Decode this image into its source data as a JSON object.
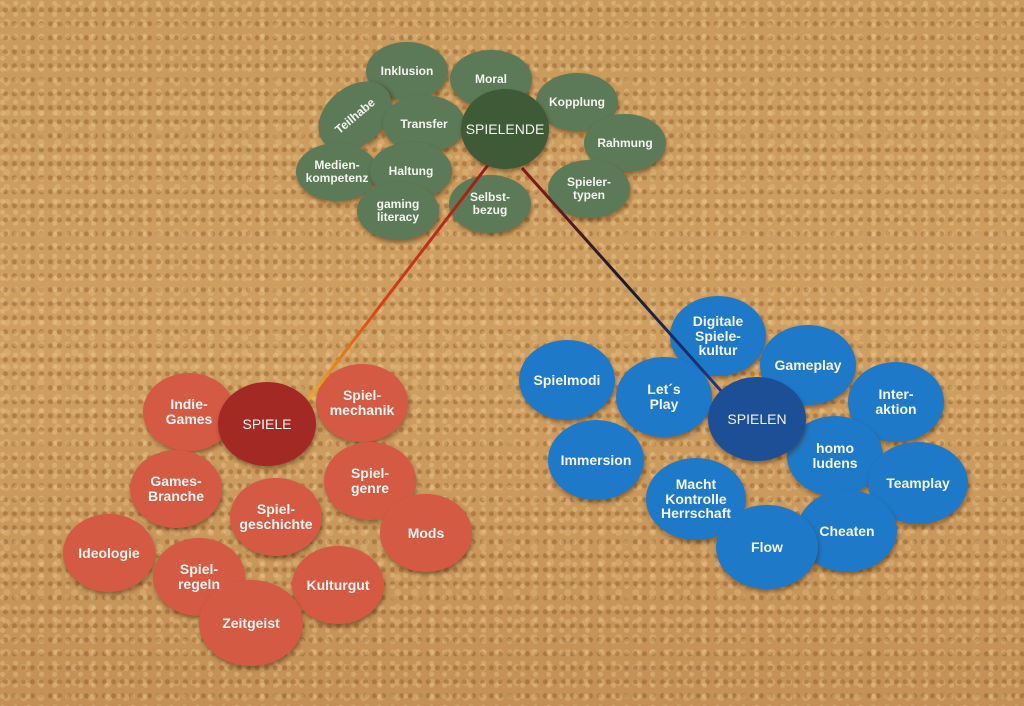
{
  "groups": [
    {
      "name": "Spielende",
      "color": "#5c7a57",
      "center_color": "#3e5a37",
      "center": "SPIELENDE",
      "items": [
        "Inklusion",
        "Moral",
        "Kopplung",
        "Teilhabe",
        "Transfer",
        "Rahmung",
        "Medien-\nkompetenz",
        "Haltung",
        "gaming\nliteracy",
        "Selbst-\nbezug",
        "Spieler-\ntypen"
      ]
    },
    {
      "name": "Spiele",
      "color": "#d55a44",
      "center_color": "#a32a24",
      "center": "SPIELE",
      "items": [
        "Indie-\nGames",
        "Spiel-\nmechanik",
        "Games-\nBranche",
        "Spiel-\ngenre",
        "Spiel-\ngeschichte",
        "Mods",
        "Ideologie",
        "Spiel-\nregeln",
        "Kulturgut",
        "Zeitgeist"
      ]
    },
    {
      "name": "Spielen",
      "color": "#1f79c9",
      "center_color": "#1d4f97",
      "center": "SPIELEN",
      "items": [
        "Digitale\nSpiele-\nkultur",
        "Gameplay",
        "Spielmodi",
        "Let´s\nPlay",
        "Inter-\naktion",
        "homo\nludens",
        "Immersion",
        "Teamplay",
        "Macht\nKontrolle\nHerrschaft",
        "Cheaten",
        "Flow"
      ]
    }
  ]
}
